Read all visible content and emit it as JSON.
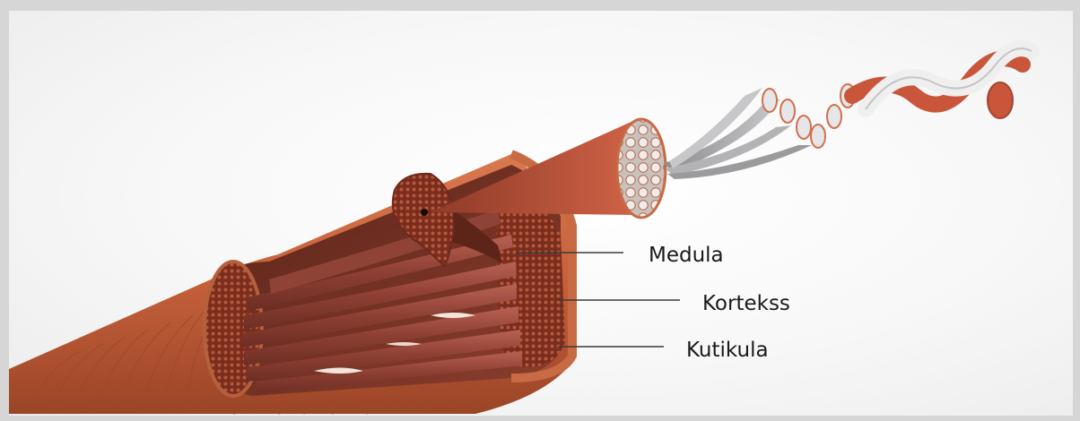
{
  "labels": {
    "medula": "Medula",
    "korteks": "Kortekss",
    "kutikula": "Kutikula"
  },
  "colors": {
    "hair_outer": "#c9653f",
    "hair_inner": "#7a3a2c",
    "fiber": "#a8544a",
    "cortex_tissue": "#6e2a1c",
    "keratin_white": "#f2f2f2",
    "keratin_grey": "#a7a7a9",
    "leader_line": "#3a3a3a"
  },
  "icons": {
    "hair_cross_section": "hair-strand-illustration"
  }
}
